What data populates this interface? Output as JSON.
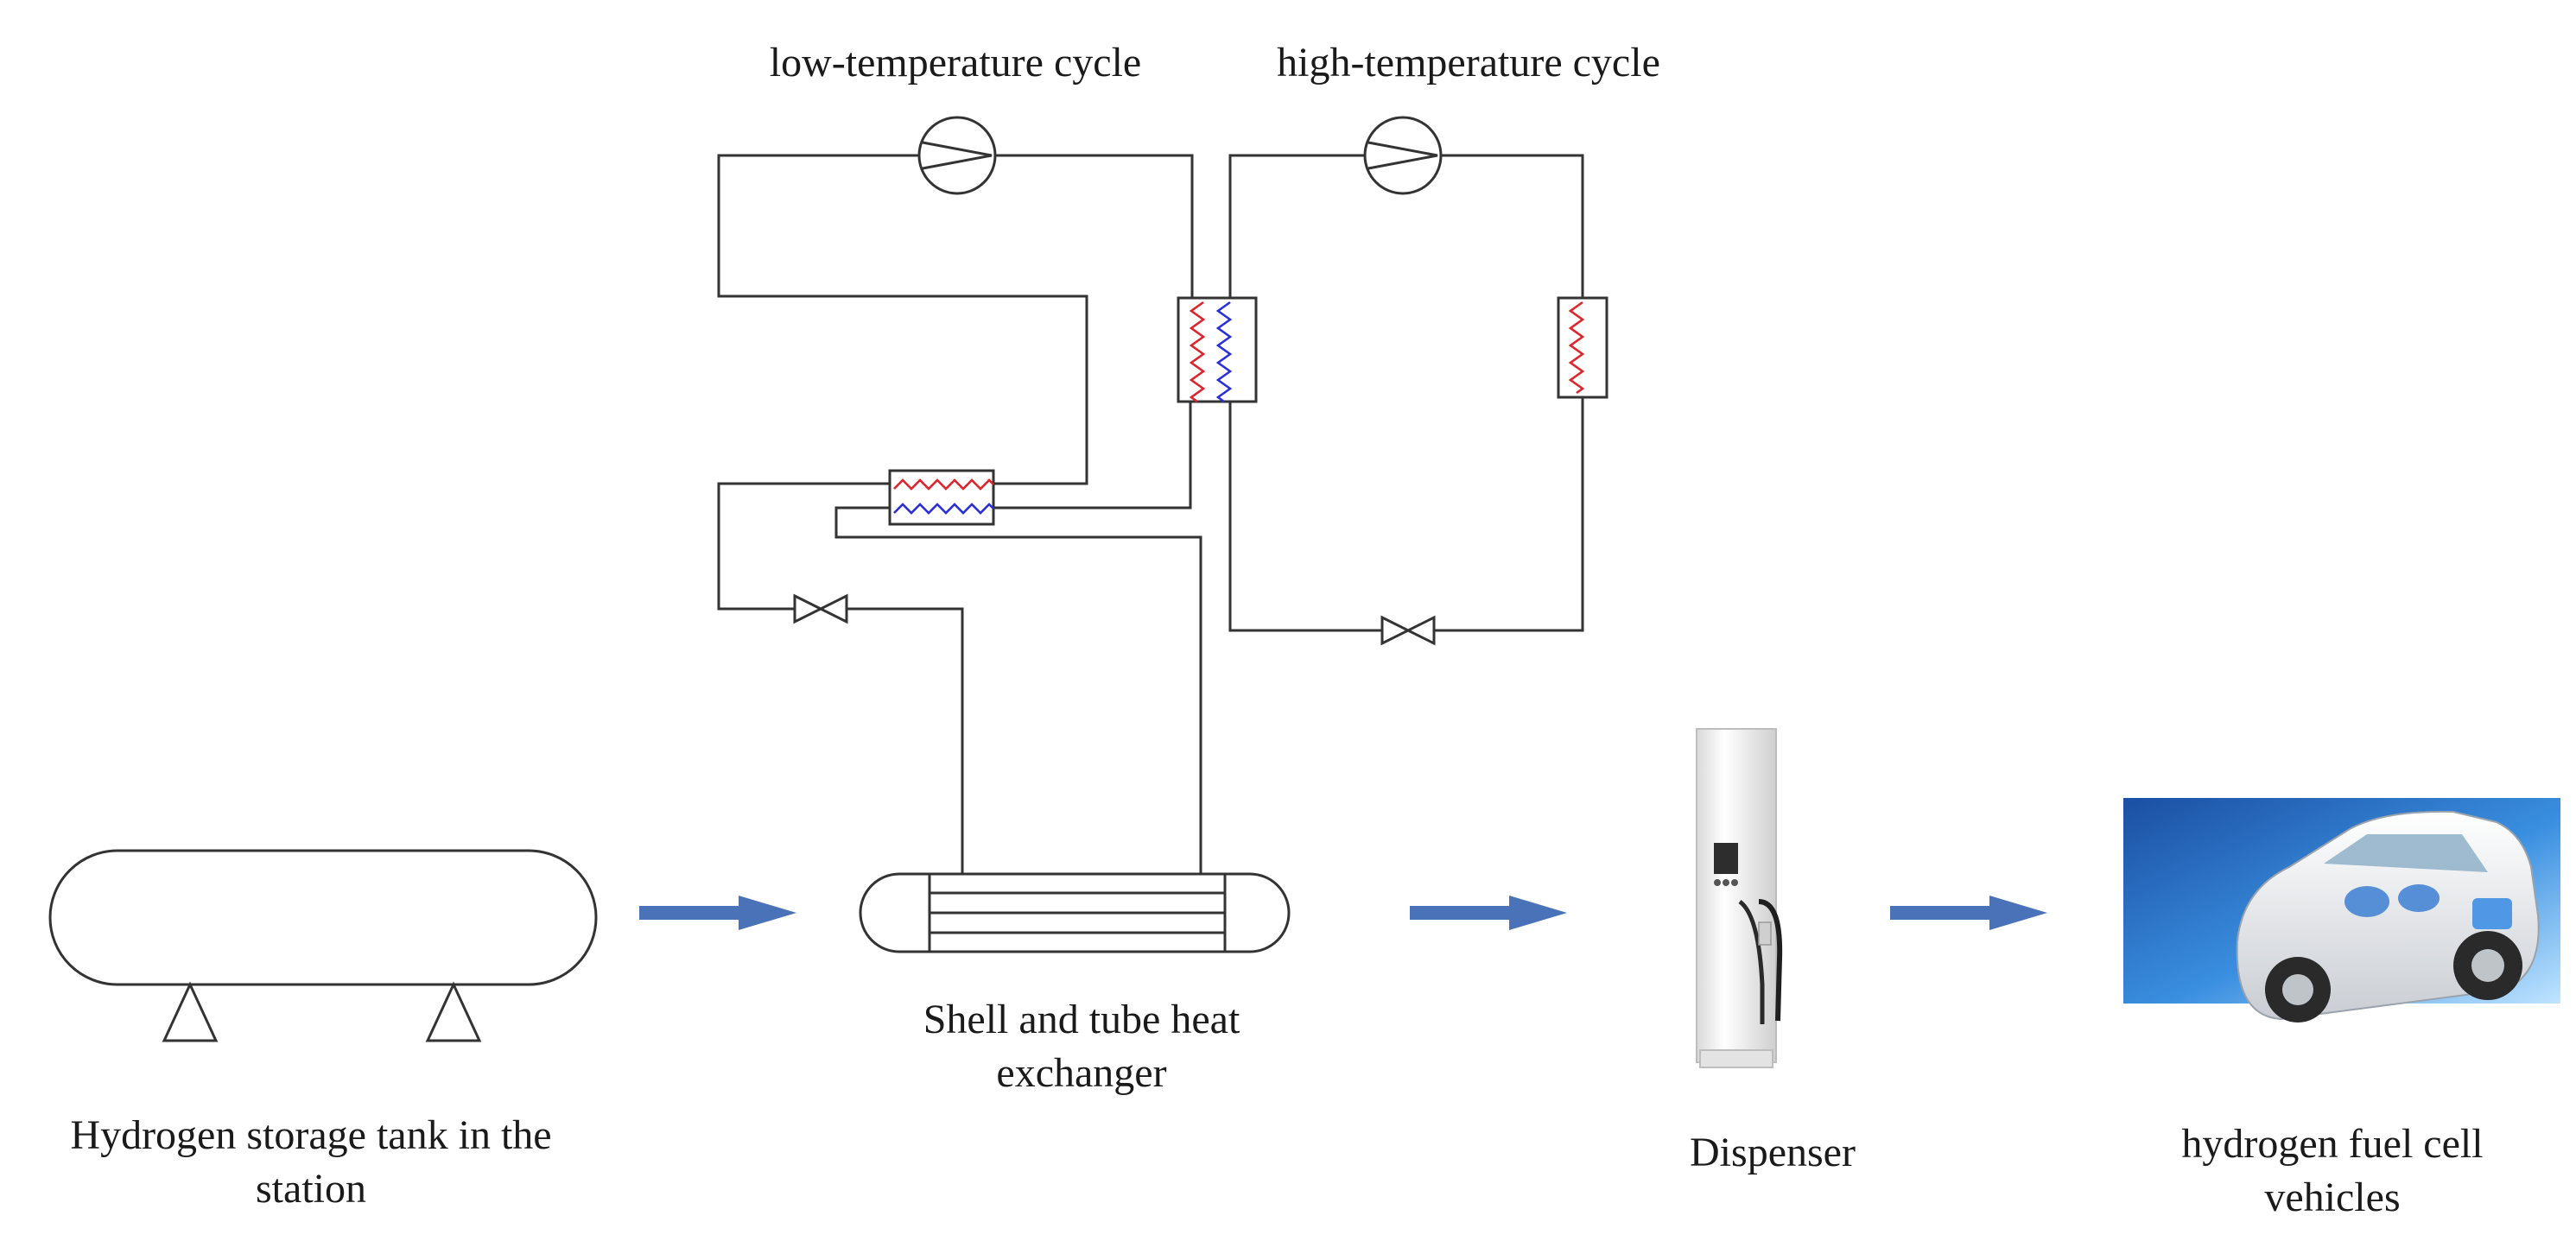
{
  "labels": {
    "low_cycle": "low-temperature cycle",
    "high_cycle": "high-temperature cycle",
    "tank_line1": "Hydrogen storage tank in the",
    "tank_line2": "station",
    "hx_line1": "Shell and tube heat",
    "hx_line2": "exchanger",
    "dispenser": "Dispenser",
    "vehicle_line1": "hydrogen fuel cell",
    "vehicle_line2": "vehicles"
  },
  "colors": {
    "pipe": "#333333",
    "hot_side": "#e0242c",
    "cold_side": "#2b2fd6",
    "flow_arrow": "#4a72b8"
  },
  "icons": {
    "compressor": "compressor-icon",
    "expansion_valve": "expansion-valve-icon",
    "flow_arrow": "flow-arrow-icon",
    "dispenser": "dispenser-icon",
    "vehicle": "fuel-cell-vehicle-icon"
  }
}
